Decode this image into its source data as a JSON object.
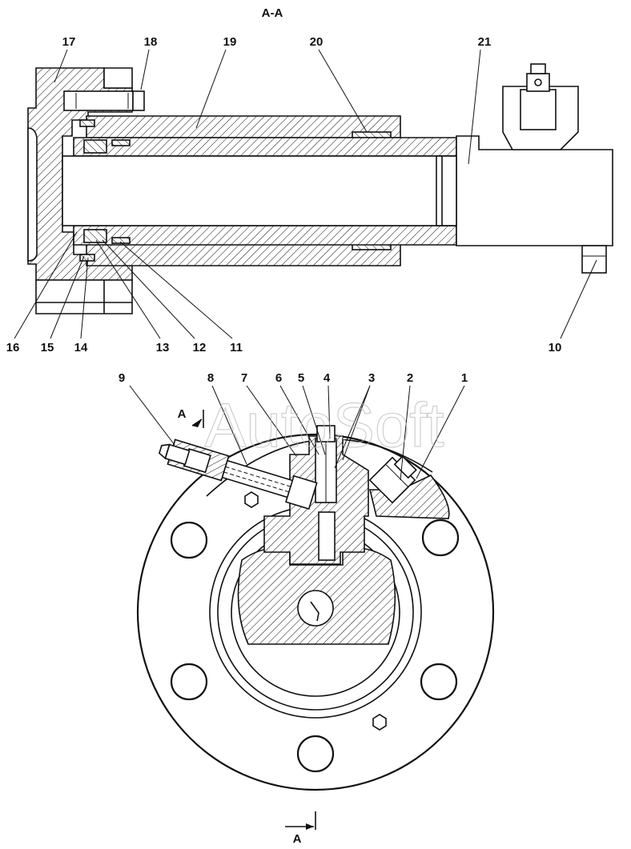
{
  "section_title": "А-А",
  "watermark": "AutoSoft",
  "top_view_callouts": [
    "17",
    "18",
    "19",
    "20",
    "21",
    "16",
    "15",
    "14",
    "13",
    "12",
    "11",
    "10"
  ],
  "bottom_view_callouts": [
    "9",
    "8",
    "7",
    "6",
    "5",
    "4",
    "3",
    "2",
    "1"
  ],
  "section_marks": [
    "А",
    "А"
  ],
  "colors": {
    "line": "#111111",
    "background": "#ffffff",
    "watermark": "#bbbbbb"
  }
}
